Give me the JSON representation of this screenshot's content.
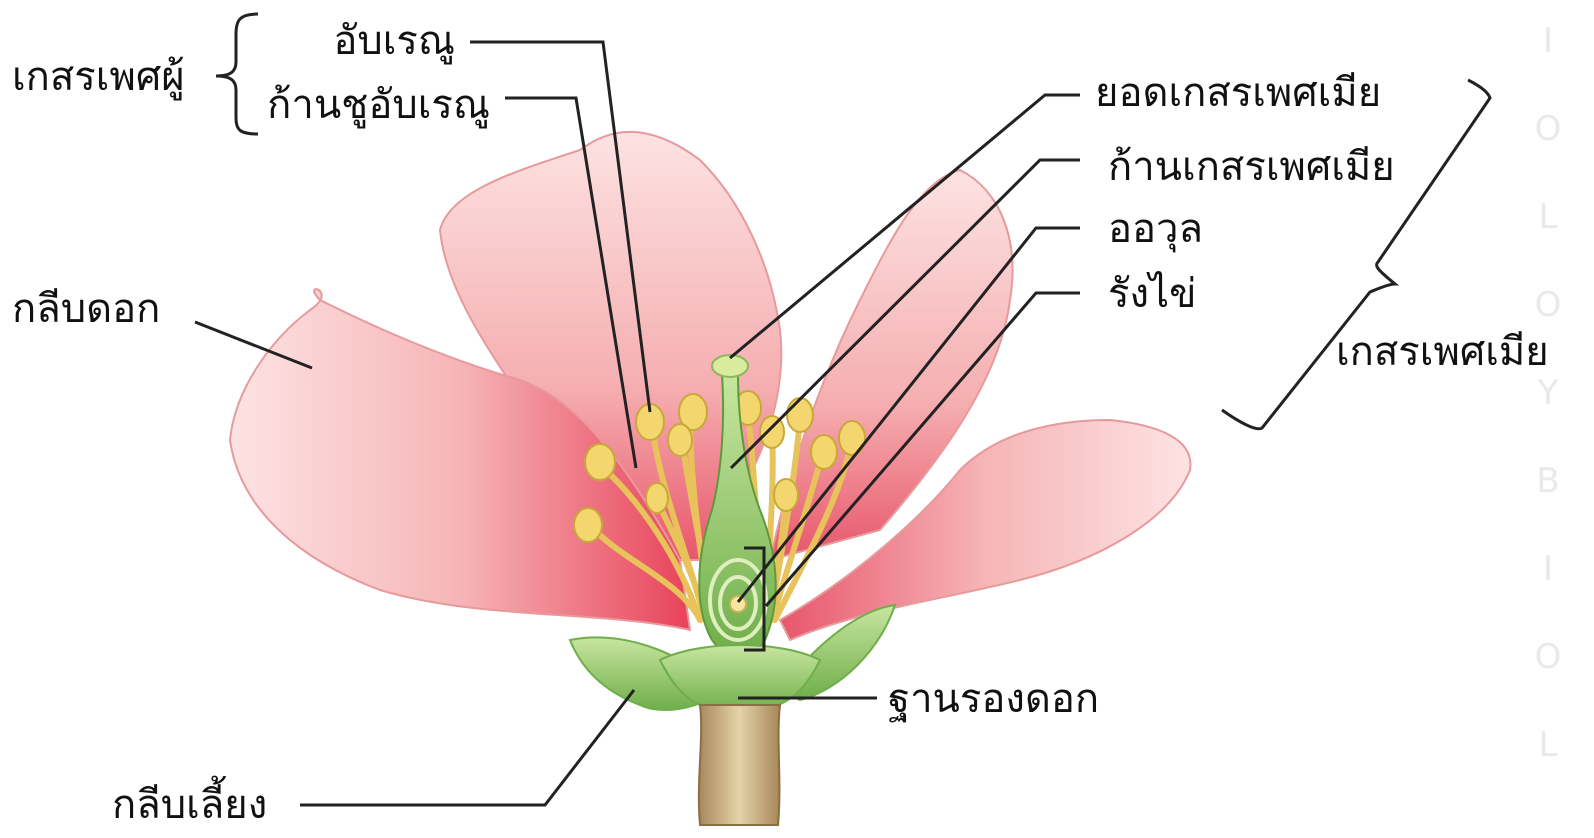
{
  "labels": {
    "stamen_group": "เกสรเพศผู้",
    "anther": "อับเรณู",
    "filament": "ก้านชูอับเรณู",
    "petal": "กลีบดอก",
    "stigma": "ยอดเกสรเพศเมีย",
    "style": "ก้านเกสรเพศเมีย",
    "ovule": "ออวุล",
    "ovary": "รังไข่",
    "pistil_group": "เกสรเพศเมีย",
    "receptacle": "ฐานรองดอก",
    "sepal": "กลีบเลี้ยง"
  },
  "watermark": [
    "I",
    "O",
    "L",
    "O",
    "Y",
    "B",
    "I",
    "O",
    "L"
  ],
  "colors": {
    "petal_light": "#fbd3d3",
    "petal_mid": "#f4a7a8",
    "petal_dark": "#e8425a",
    "stamen_yellow": "#f2d36b",
    "pistil_green": "#8cc46a",
    "sepal_green": "#9fd36f",
    "stem_brown": "#b89a6b"
  }
}
